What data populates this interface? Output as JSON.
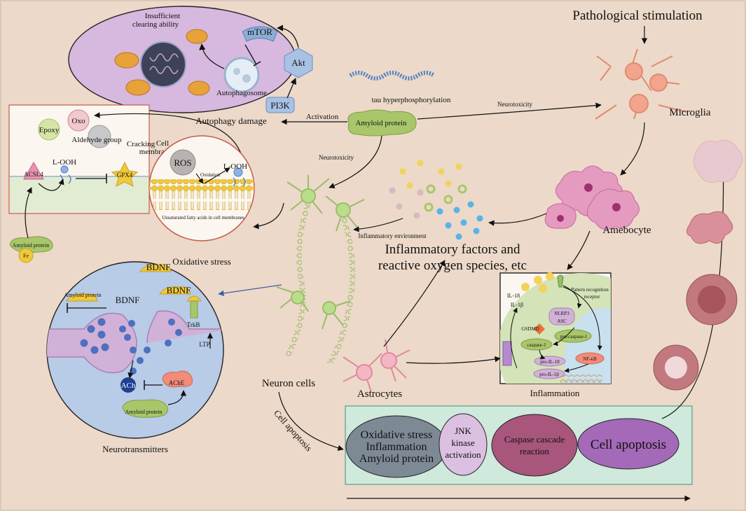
{
  "autophagy": {
    "title": "Autophagy damage",
    "insufficient_line1": "Insufficient",
    "insufficient_line2": "clearing ability",
    "mtor": "mTOR",
    "akt": "Akt",
    "pi3k": "PI3K",
    "autophagosome": "Autophagosome"
  },
  "tau": "tau hyperphosphorylation",
  "amyloid": "Amyloid protein",
  "activation": "Activation",
  "neurotoxicity_right": "Neurotoxicity",
  "neurotoxicity_left": "Neurotoxicity",
  "pathological": "Pathological stimulation",
  "microglia": "Microglia",
  "amebocyte": "Amebocyte",
  "membrane_box": {
    "epoxy": "Epoxy",
    "oxo": "Oxo",
    "aldehyde": "Aldehyde group",
    "cracking": "Cracking",
    "cell_membrane_line1": "Cell",
    "cell_membrane_line2": "membrane",
    "acsl4": "ACSL4",
    "looh": "L-OOH",
    "gpx4": "GPX4",
    "amyloid_small": "Amyloid protein",
    "fe": "Fe"
  },
  "oxidative": {
    "ros": "ROS",
    "oxidation": "Oxidation",
    "looh": "L-OOH",
    "caption": "Unsaturated fatty acids in cell membranes",
    "title": "Oxidative stress"
  },
  "inflammatory_env": "Inflammatory environment",
  "inflammatory_factors_line1": "Inflammatory factors and",
  "inflammatory_factors_line2": "reactive oxygen species, etc",
  "neurotransmitters": {
    "bdnf1": "BDNF",
    "bdnf2": "BDNF",
    "bdnf3": "BDNF",
    "amyloid_small": "Amyloid protein",
    "trkb": "TrkB",
    "ltp": "LTP",
    "ach": "ACh",
    "ache": "AChE",
    "amyloid_small2": "Amyloid protein",
    "title": "Neurotransmitters"
  },
  "neuron_cells": "Neuron cells",
  "astrocytes": "Astrocytes",
  "inflammation": {
    "il18": "IL-18",
    "il1b": "IL-1β",
    "prr_line1": "Pattern recognition",
    "prr_line2": "receptor",
    "nlrp3": "NLRP3",
    "asc": "ASC",
    "gsdmd": "GSDMD",
    "procasp": "pro-caspase-1",
    "casp": "caspase-1",
    "proil18": "pro-IL-18",
    "proil1b": "pro-IL-1β",
    "nfkb": "NF-κB",
    "title": "Inflammation"
  },
  "apoptosis_side": "Cell apoptosis",
  "apoptosis_panel": {
    "e1_line1": "Oxidative stress",
    "e1_line2": "Inflammation",
    "e1_line3": "Amyloid protein",
    "e2_line1": "JNK",
    "e2_line2": "kinase",
    "e2_line3": "activation",
    "e3_line1": "Caspase cascade",
    "e3_line2": "reaction",
    "e4": "Cell apoptosis"
  },
  "colors": {
    "background": "#ecd9c9",
    "autophagy_fill": "#d7b8de",
    "amyloid_green": "#a9c76a",
    "apoptosis_panel": "#cfe9dc",
    "neuro_circle": "#b8cbe7",
    "microglia": "#f2a58c",
    "amebocyte": "#e59ac0",
    "neuron": "#b9dd8a"
  }
}
